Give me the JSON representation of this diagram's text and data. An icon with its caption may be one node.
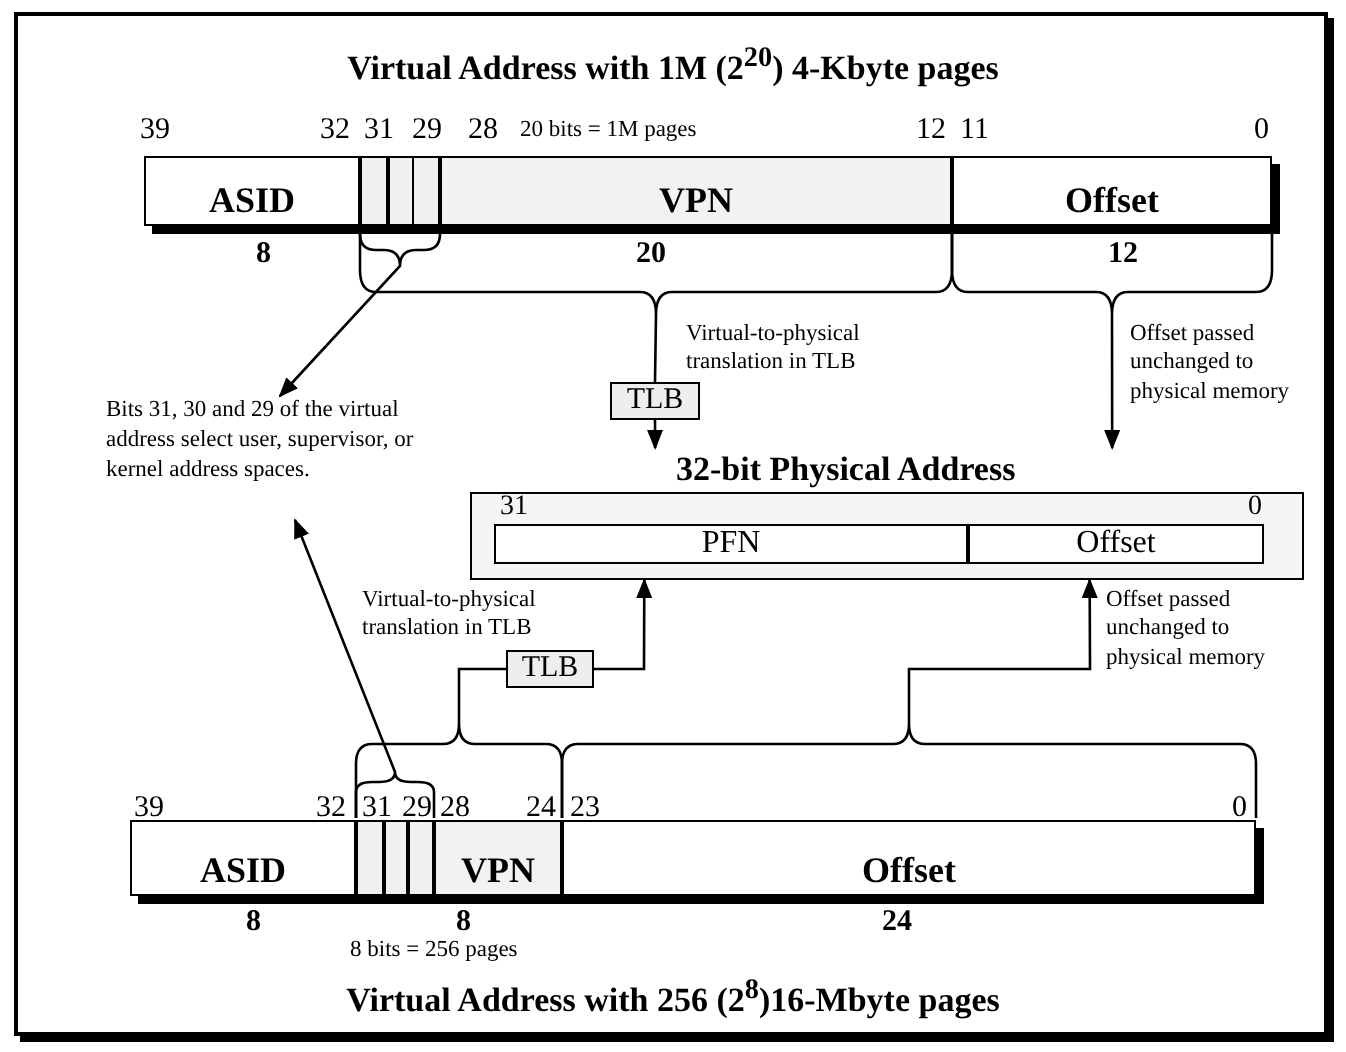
{
  "diagram": {
    "title": "Virtual Address with 1M (2$^{20}$) 4-Kbyte pages",
    "caption": "Virtual Address with 256 (2$^{8}$)16-Mbyte pages",
    "nodes": [
      {
        "text": [
          "ASID"
        ]
      },
      {
        "text": [],
        "shape": "box"
      },
      {
        "text": [
          "VPN"
        ]
      },
      {
        "text": [
          "Offset"
        ]
      },
      {
        "text": [
          "TLB"
        ]
      },
      {
        "text": [
          "32-bit Physical Address"
        ]
      },
      {
        "text": [
          "PFN"
        ],
        "in": 5
      },
      {
        "text": [
          "Offset"
        ],
        "in": 5
      },
      {
        "text": [
          "Bits 31, 30 and 29 of the virtual address select user, supervisor, or kernel address spaces."
        ]
      },
      {
        "text": [
          "TLB"
        ]
      },
      {
        "text": [
          "ASID"
        ]
      },
      {
        "text": [],
        "shape": "box"
      },
      {
        "text": [
          "VPN"
        ]
      },
      {
        "text": [
          "Offset"
        ]
      }
    ],
    "edges": [
      {
        "from": 1,
        "to": 8,
        "arrow": "to"
      },
      {
        "from": 1,
        "to": 4,
        "arrow": "none"
      },
      {
        "from": 2,
        "to": 4,
        "arrow": "none"
      },
      {
        "from": 4,
        "to": 5,
        "arrow": "to"
      },
      {
        "from": 3,
        "to": 5,
        "arrow": "to"
      },
      {
        "from": 11,
        "to": 8,
        "arrow": "to"
      },
      {
        "from": 11,
        "to": 9,
        "arrow": "none"
      },
      {
        "from": 12,
        "to": 9,
        "arrow": "none"
      },
      {
        "from": 9,
        "to": 5,
        "arrow": "to"
      },
      {
        "from": 13,
        "to": 5,
        "arrow": "to"
      }
    ],
    "labels": [
      "39",
      "32",
      "31",
      "29",
      "28",
      "20 bits = 1M pages",
      "12",
      "11",
      "0",
      "8",
      "20",
      "12",
      "Virtual-to-physical translation in TLB",
      "Offset passed unchanged to physical memory",
      "31",
      "0",
      "Virtual-to-physical translation in TLB",
      "Offset passed unchanged to physical memory",
      "39",
      "32",
      "31",
      "29",
      "28",
      "24",
      "23",
      "0",
      "8",
      "8",
      "24",
      "8 bits = 256 pages"
    ]
  }
}
